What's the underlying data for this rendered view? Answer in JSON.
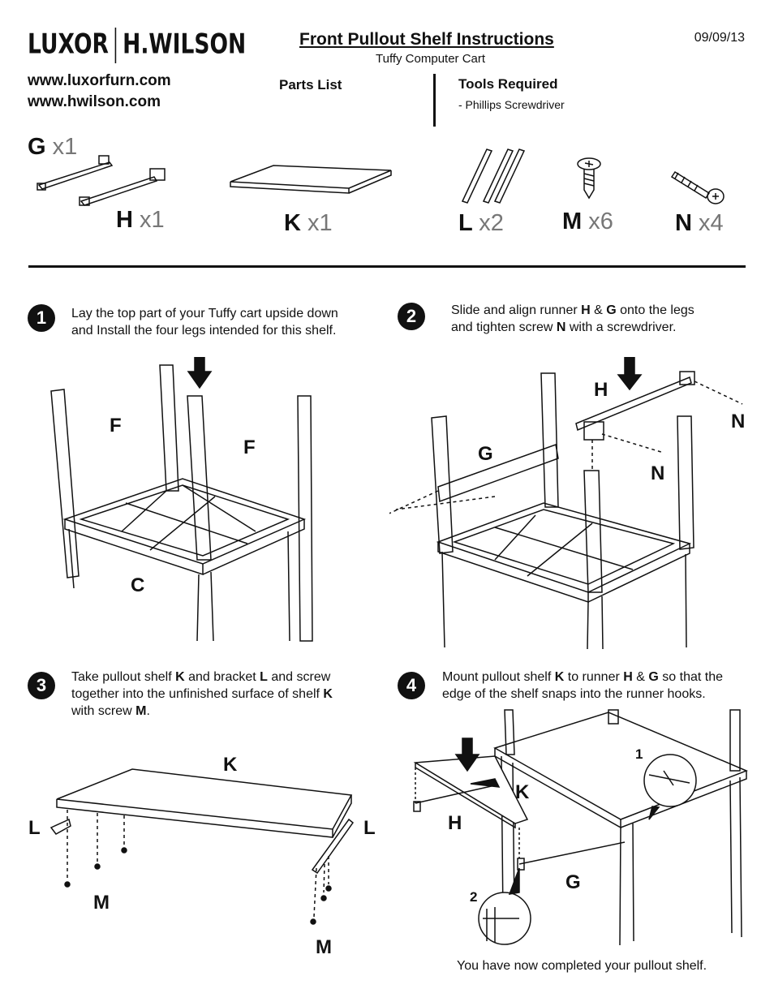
{
  "header": {
    "brand_left": "LUXOR",
    "brand_right": "H.WILSON",
    "title": "Front Pullout Shelf Instructions",
    "subtitle": "Tuffy Computer Cart",
    "date": "09/09/13",
    "urls": [
      "www.luxorfurn.com",
      "www.hwilson.com"
    ],
    "parts_heading": "Parts List",
    "tools_heading": "Tools Required",
    "tools": [
      "-  Phillips Screwdriver"
    ]
  },
  "parts": [
    {
      "letter": "G",
      "qty": "x1",
      "icon": "runner-g-icon"
    },
    {
      "letter": "H",
      "qty": "x1",
      "icon": "runner-h-icon"
    },
    {
      "letter": "K",
      "qty": "x1",
      "icon": "shelf-k-icon"
    },
    {
      "letter": "L",
      "qty": "x2",
      "icon": "bracket-l-icon"
    },
    {
      "letter": "M",
      "qty": "x6",
      "icon": "screw-m-icon"
    },
    {
      "letter": "N",
      "qty": "x4",
      "icon": "screw-n-icon"
    }
  ],
  "steps": [
    {
      "num": "1",
      "lines": [
        "Lay the top part of your Tuffy cart upside down",
        "and Install the four legs intended for this shelf."
      ],
      "labels": [
        "F",
        "F",
        "C"
      ]
    },
    {
      "num": "2",
      "lines": [
        "Slide and align runner H & G onto the legs",
        "and tighten screw N with a screwdriver."
      ],
      "labels": [
        "H",
        "N",
        "G",
        "N"
      ]
    },
    {
      "num": "3",
      "lines": [
        "Take pullout shelf K and bracket L and screw",
        "together into the unfinished surface of shelf K",
        "with screw M."
      ],
      "labels": [
        "K",
        "L",
        "L",
        "M",
        "M"
      ]
    },
    {
      "num": "4",
      "lines": [
        "Mount pullout shelf K to runner H & G so that the",
        "edge of the shelf snaps into the runner hooks."
      ],
      "labels": [
        "K",
        "H",
        "G",
        "1",
        "2"
      ]
    }
  ],
  "final_note": "You have now completed your pullout shelf."
}
